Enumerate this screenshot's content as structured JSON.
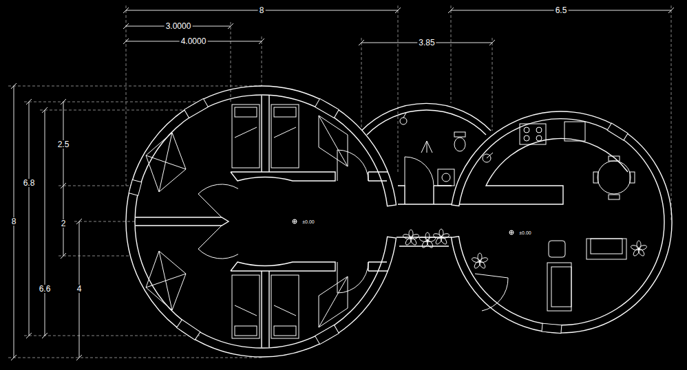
{
  "diagram": {
    "labels": [
      "8",
      "3.0000",
      "4.0000",
      "3.85",
      "6.5",
      "2.5",
      "6.8",
      "2",
      "6.6",
      "4",
      "8",
      "±0.00",
      "±0.00"
    ]
  }
}
